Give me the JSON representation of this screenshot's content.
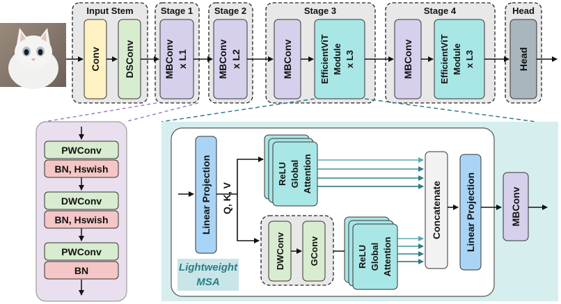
{
  "stages": {
    "input_stem": "Input Stem",
    "stage1": "Stage 1",
    "stage2": "Stage 2",
    "stage3": "Stage 3",
    "stage4": "Stage 4",
    "head": "Head"
  },
  "blocks": {
    "conv": "Conv",
    "dsconv": "DSConv",
    "mbconv_l1": [
      "MBConv",
      "x L1"
    ],
    "mbconv_l2": [
      "MBConv",
      "x L2"
    ],
    "mbconv_s3": "MBConv",
    "evit_s3": [
      "EfficientViT",
      "Module",
      "x L3"
    ],
    "mbconv_s4": "MBConv",
    "evit_s4": [
      "EfficientViT",
      "Module",
      "x L3"
    ],
    "head": "Head"
  },
  "mbconv_detail": {
    "items": [
      "PWConv",
      "BN, Hswish",
      "DWConv",
      "BN, Hswish",
      "PWConv",
      "BN"
    ]
  },
  "msa": {
    "linear_projection_in": "Linear Projection",
    "qkv": "Q, K, V",
    "attention_top": [
      "ReLU",
      "Global",
      "Attention"
    ],
    "dwconv": "DWConv",
    "gconv": "GConv",
    "attention_bottom": [
      "ReLU",
      "Global",
      "Attention"
    ],
    "concatenate": "Concatenate",
    "linear_projection_out": "Linear Projection",
    "mbconv": "MBConv",
    "lightweight_label": [
      "Lightweight",
      "MSA"
    ]
  },
  "colors": {
    "conv": "#fff2c2",
    "dsconv": "#d8ecd0",
    "mbconv": "#d6d0ec",
    "evit": "#a9e6e6",
    "head": "#a9b6bd",
    "bn": "#f5c6c6",
    "pwconv": "#d8ecd0",
    "linear_proj": "#a9d4f5",
    "detail_bg": "#e9dfee",
    "msa_bg": "#d6eeee"
  },
  "image": {
    "subject": "white-kitten-photo"
  }
}
